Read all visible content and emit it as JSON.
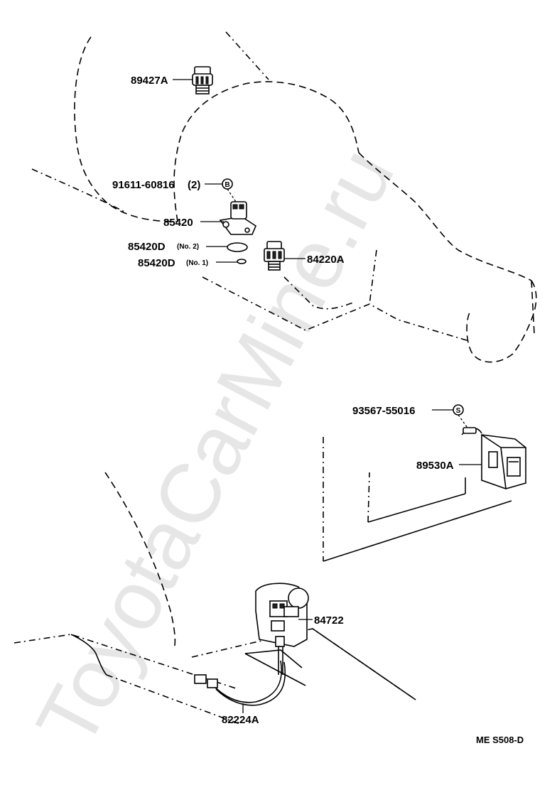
{
  "watermark": "ToyotaCarMine.ru",
  "diagram_code": "ME  S508-D",
  "labels": {
    "p89427a": "89427A",
    "p91611": "91611-60816",
    "p91611_qty": "(2)",
    "p85420": "85420",
    "p85420d_no2": "85420D",
    "p85420d_no2_note": "(No. 2)",
    "p85420d_no1": "85420D",
    "p85420d_no1_note": "(No. 1)",
    "p84220a": "84220A",
    "p93567": "93567-55016",
    "p89530a": "89530A",
    "p84722": "84722",
    "p82224a": "82224A"
  },
  "markers": {
    "bolt": "B",
    "screw": "S"
  }
}
